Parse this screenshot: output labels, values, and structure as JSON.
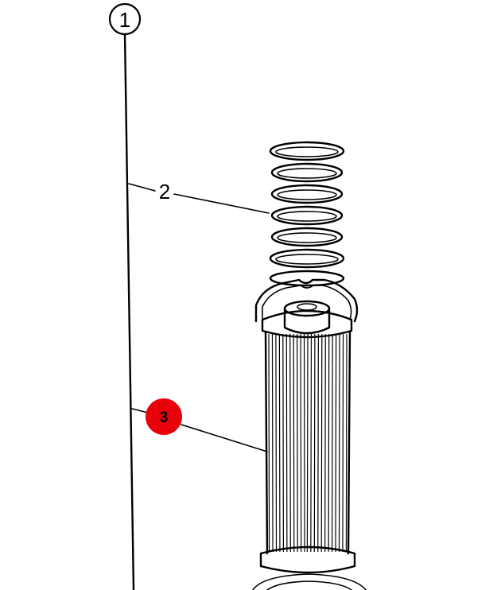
{
  "callouts": {
    "assembly": {
      "number": "1"
    },
    "spring": {
      "number": "2"
    },
    "filter": {
      "number": "3",
      "highlight_color": "#e8000b"
    }
  },
  "colors": {
    "ink": "#000000",
    "background": "#ffffff",
    "highlight": "#e8000b"
  }
}
